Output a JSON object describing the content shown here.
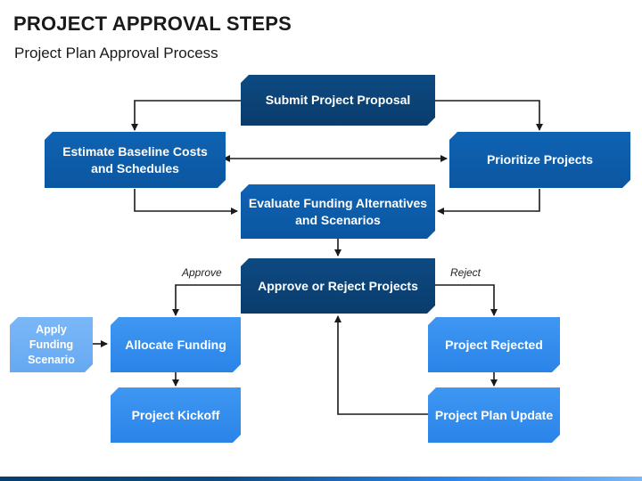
{
  "header": {
    "title": "PROJECT APPROVAL STEPS",
    "subtitle": "Project Plan Approval Process"
  },
  "nodes": {
    "submit": "Submit Project Proposal",
    "estimate": "Estimate Baseline Costs and Schedules",
    "prioritize": "Prioritize Projects",
    "evaluate": "Evaluate Funding Alternatives and Scenarios",
    "approve_reject": "Approve or Reject Projects",
    "apply_funding": "Apply Funding Scenario",
    "allocate": "Allocate Funding",
    "kickoff": "Project Kickoff",
    "rejected": "Project Rejected",
    "plan_update": "Project Plan Update"
  },
  "edge_labels": {
    "approve": "Approve",
    "reject": "Reject"
  },
  "colors": {
    "dark_blue": "#0a3c6c",
    "medium_blue": "#0b56a0",
    "bright_blue": "#2a84e8",
    "pale_blue": "#66a9f2",
    "arrow": "#1a1a1a"
  }
}
